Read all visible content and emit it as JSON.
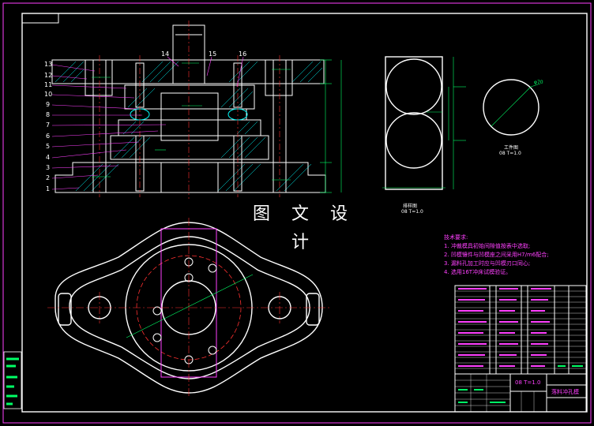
{
  "watermark": "图 文 设 计",
  "part_numbers": [
    "13",
    "12",
    "11",
    "10",
    "9",
    "8",
    "7",
    "6",
    "5",
    "4",
    "3",
    "2",
    "1"
  ],
  "top_part_numbers": [
    "14",
    "15",
    "16"
  ],
  "strip_layout": {
    "caption": "排样图",
    "spec": "08 T=1.0"
  },
  "workpiece": {
    "caption": "工件图",
    "spec": "08 T=1.0",
    "dim": "φ70"
  },
  "tech_requirements": {
    "title": "技术要求:",
    "items": [
      "1. 冲裁模具初始间隙值按表中选取;",
      "2. 凹模镶件与凹模座之间采用H7/m6配合;",
      "3. 漏料孔加工时应与凹模刃口同心;",
      "4. 选用16T冲床试模验证。"
    ]
  },
  "title_block": {
    "spec": "08 T=1.0",
    "drawing_name": "落料冲孔模"
  },
  "colors": {
    "outline": "#ffffff",
    "center": "#ff3030",
    "dim": "#00ff66",
    "hatch": "#00ffff",
    "leader": "#ff40ff",
    "border": "#ff40ff"
  }
}
